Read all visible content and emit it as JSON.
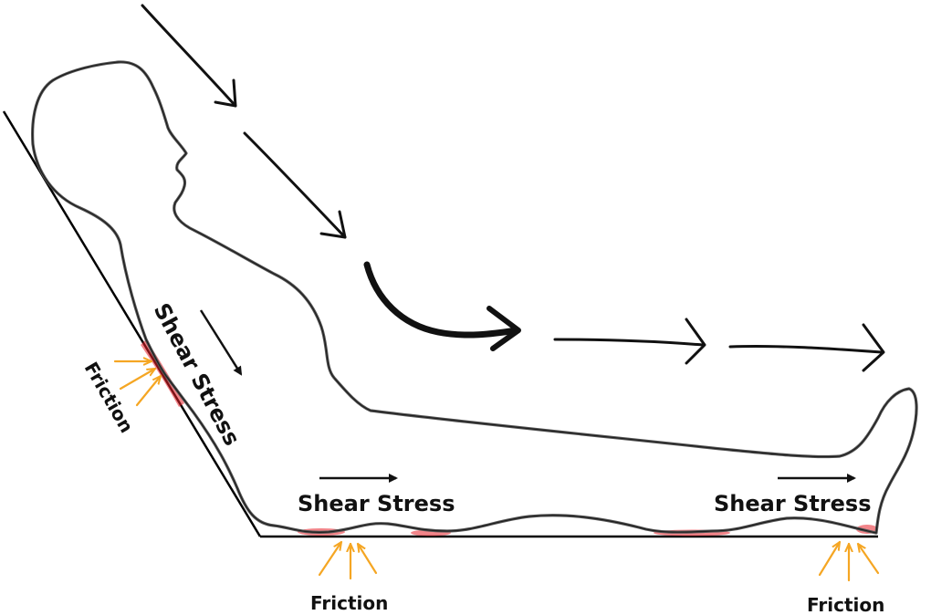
{
  "labels": {
    "shear_incline": "Shear Stress",
    "shear_back": "Shear Stress",
    "shear_heel": "Shear Stress",
    "friction_incline": "Friction",
    "friction_back": "Friction",
    "friction_heel": "Friction"
  },
  "colors": {
    "friction_arrow": "#f5a623",
    "pressure_point": "#e8202a",
    "outline": "#555555",
    "text": "#111111"
  },
  "icons": {
    "motion": "sliding-motion-arrow",
    "shear": "shear-direction-arrow",
    "friction": "friction-arrow-cluster"
  }
}
